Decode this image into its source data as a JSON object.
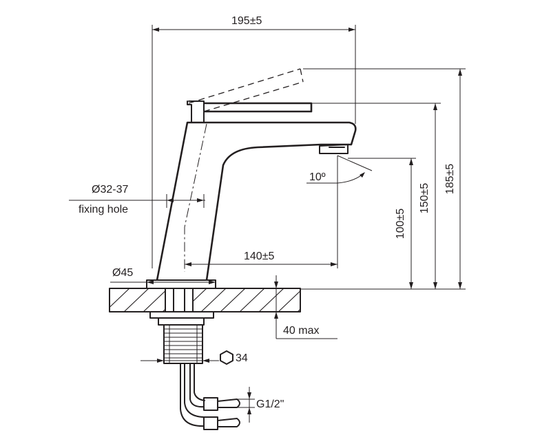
{
  "dimensions": {
    "width_total": "195±5",
    "height_overall": "185±5",
    "height_handle": "150±5",
    "height_spout": "100±5",
    "reach": "140±5",
    "spout_angle": "10º",
    "fixing_hole_diameter": "Ø32-37",
    "fixing_hole_label": "fixing hole",
    "base_diameter": "Ø45",
    "counter_thickness": "40 max",
    "nut_size": "34",
    "connection_thread": "G1/2\""
  },
  "icons": {
    "nut": "hexagon-icon"
  }
}
